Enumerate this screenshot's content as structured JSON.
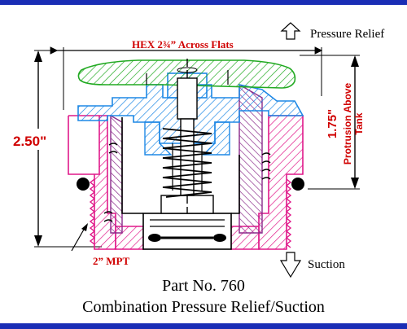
{
  "labels": {
    "pressure_relief": "Pressure Relief",
    "suction": "Suction",
    "hex": "HEX 2¾” Across Flats",
    "mpt": "2” MPT",
    "overall_height": "2.50\"",
    "protrusion_line1": "1.75\"",
    "protrusion_line2": "Protrusion Above",
    "protrusion_line3": "Tank"
  },
  "caption": {
    "part_number": "Part No. 760",
    "title": "Combination Pressure Relief/Suction"
  },
  "colors": {
    "border": "#1a2db5",
    "dimension_text": "#d00000",
    "cap": "#22aa22",
    "hex_body": "#1e88e5",
    "outer_body": "#e0198a",
    "poppet": "#8a2a8a"
  }
}
